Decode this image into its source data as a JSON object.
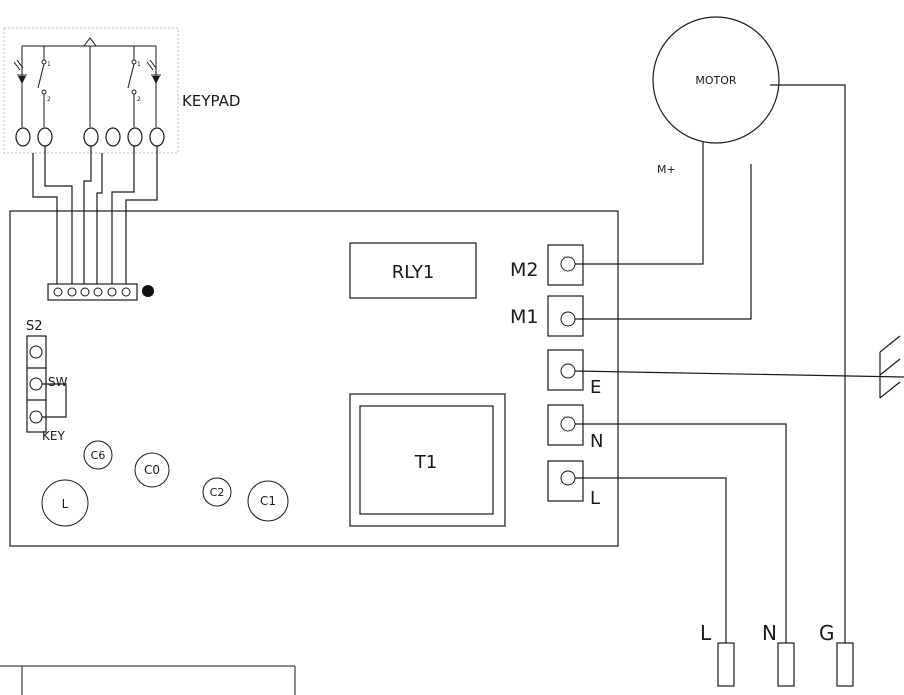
{
  "labels": {
    "keypad": "KEYPAD",
    "motor": "MOTOR",
    "m_plus": "M+",
    "rly1": "RLY1",
    "t1": "T1",
    "m2": "M2",
    "m1": "M1",
    "e": "E",
    "n": "N",
    "l": "L",
    "s2": "S2",
    "sw": "SW",
    "key": "KEY",
    "c6": "C6",
    "c0": "C0",
    "c2": "C2",
    "c1": "C1",
    "comp_l": "L",
    "sw1": "1",
    "sw2": "2",
    "sw1b": "1",
    "sw2b": "2",
    "out_l": "L",
    "out_n": "N",
    "out_g": "G"
  }
}
